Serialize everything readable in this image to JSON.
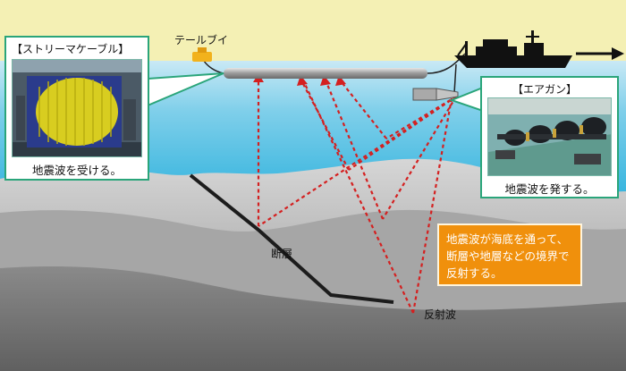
{
  "labels": {
    "tail_buoy": "テールブイ",
    "fault": "断層",
    "reflected_wave": "反射波"
  },
  "streamer": {
    "title": "【ストリーマケーブル】",
    "caption": "地震波を受ける。"
  },
  "airgun": {
    "title": "【エアガン】",
    "caption": "地震波を発する。"
  },
  "note": {
    "line1": "地震波が海底を通って、",
    "line2": "断層や地層などの境界で",
    "line3": "反射する。"
  },
  "colors": {
    "sky": "#f4f0b4",
    "sea_top": "#c9e9f5",
    "sea_bottom": "#2fb2dd",
    "seafloor_light": "#d3d3d3",
    "seafloor_dark": "#6f6f6f",
    "callout_border": "#2aa57a",
    "note_bg": "#f0900c",
    "ray": "#d42020"
  }
}
